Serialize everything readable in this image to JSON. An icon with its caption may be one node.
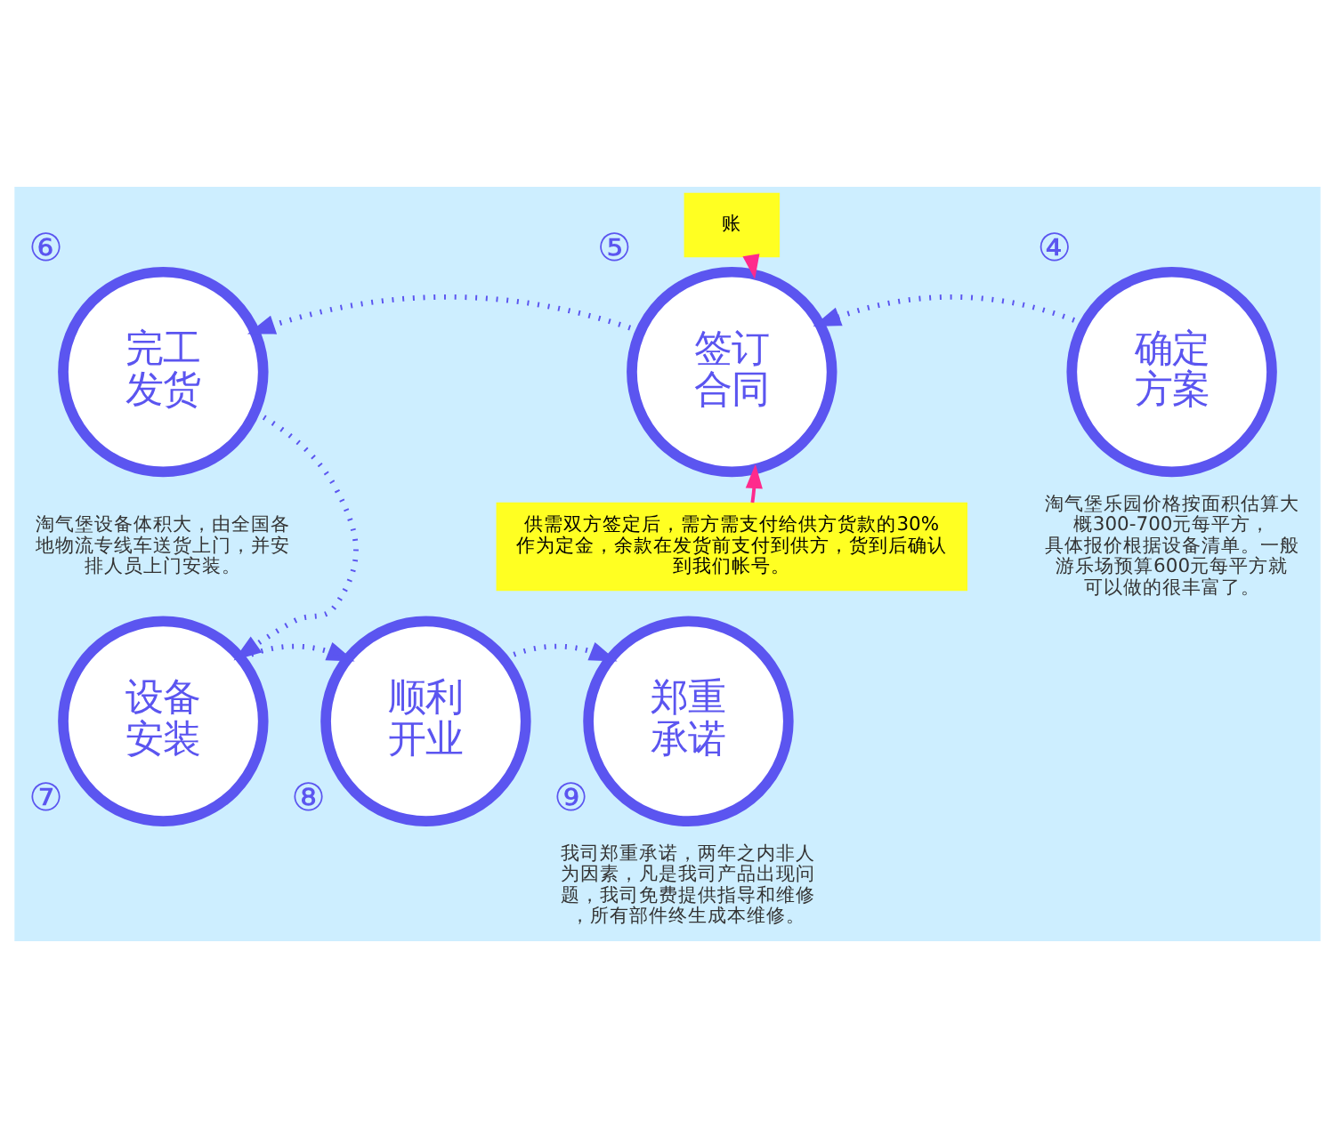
{
  "diagram": {
    "nodes": [
      {
        "text": [
          "账"
        ]
      },
      {
        "text": [
          "完工发货"
        ],
        "beside": [
          "⑥",
          "淘气堡设备体积大，由全国各地物流专线车送货上门，并安排人员上门安装。"
        ]
      },
      {
        "text": [
          "签订合同"
        ],
        "beside": [
          "⑤"
        ]
      },
      {
        "text": [
          "确定方案"
        ],
        "beside": [
          "④",
          "淘气堡乐园价格按面积估算大概300-700元每平方，具体报价根据设备清单。一般游乐场预算600元每平方就可以做的很丰富了。"
        ]
      },
      {
        "text": [
          "供需双方签定后，需方需支付给供方货款的30%作为定金，余款在发货前支付到供方，货到后确认到我们帐号。"
        ]
      },
      {
        "text": [
          "设备安装"
        ],
        "beside": [
          "⑦"
        ]
      },
      {
        "text": [
          "顺利开业"
        ],
        "beside": [
          "⑧"
        ]
      },
      {
        "text": [
          "郑重承诺"
        ],
        "beside": [
          "⑨",
          "我司郑重承诺，两年之内非人为因素，凡是我司产品出现问题，我司免费提供指导和维修，所有部件终生成本维修。"
        ]
      }
    ],
    "edges": [
      {
        "from": 0,
        "to": 2,
        "arrow": "to",
        "color": "#ff2a8c"
      },
      {
        "from": 3,
        "to": 2,
        "arrow": "to",
        "style": "dashed"
      },
      {
        "from": 2,
        "to": 1,
        "arrow": "to",
        "style": "dashed"
      },
      {
        "from": 4,
        "to": 2,
        "arrow": "to",
        "color": "#ff2a8c"
      },
      {
        "from": 1,
        "to": 5,
        "arrow": "to",
        "style": "dashed"
      },
      {
        "from": 5,
        "to": 6,
        "arrow": "to",
        "style": "dashed"
      },
      {
        "from": 6,
        "to": 7,
        "arrow": "to",
        "style": "dashed"
      }
    ]
  }
}
